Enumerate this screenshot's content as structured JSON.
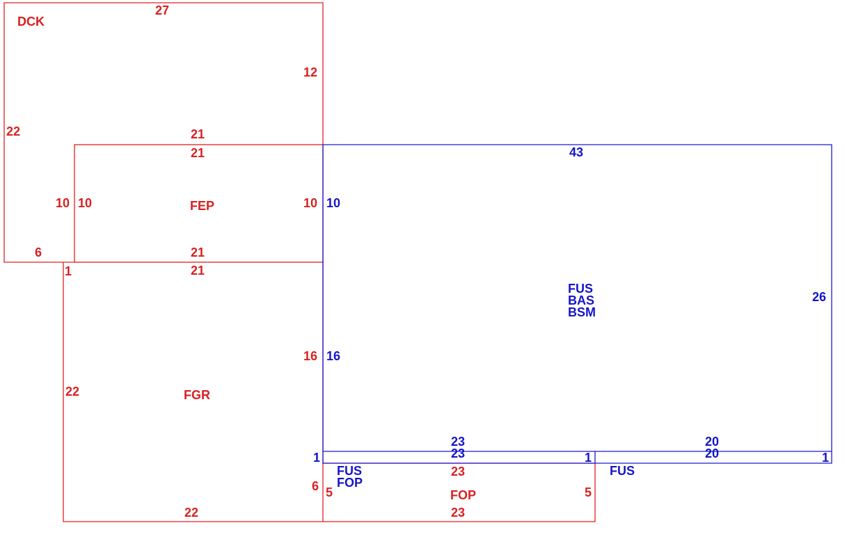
{
  "colors": {
    "red": "#d92020",
    "blue": "#1515c8"
  },
  "areas": {
    "dck": {
      "code": "DCK",
      "top": "27",
      "right": "12",
      "left": "22",
      "bottom": "6",
      "inner_right": "10"
    },
    "fep": {
      "code": "FEP",
      "top_outer": "21",
      "top_inner": "21",
      "left": "10",
      "right": "10",
      "bottom_inner": "21"
    },
    "fgr": {
      "code": "FGR",
      "top": "21",
      "top_left": "1",
      "left": "22",
      "right": "16",
      "bottom": "22",
      "lower_right": "6"
    },
    "main": {
      "codes": [
        "FUS",
        "BAS",
        "BSM"
      ],
      "top": "43",
      "left_upper": "10",
      "left_lower": "16",
      "right": "26"
    },
    "strip_left": {
      "top_outer": "23",
      "top_inner": "23",
      "left": "1",
      "right": "1"
    },
    "strip_right": {
      "code": "FUS",
      "top_outer": "20",
      "top_inner": "20",
      "right": "1"
    },
    "fop": {
      "code": "FOP",
      "subcodes": [
        "FUS",
        "FOP"
      ],
      "top": "23",
      "left": "5",
      "right": "5",
      "bottom": "23"
    }
  }
}
